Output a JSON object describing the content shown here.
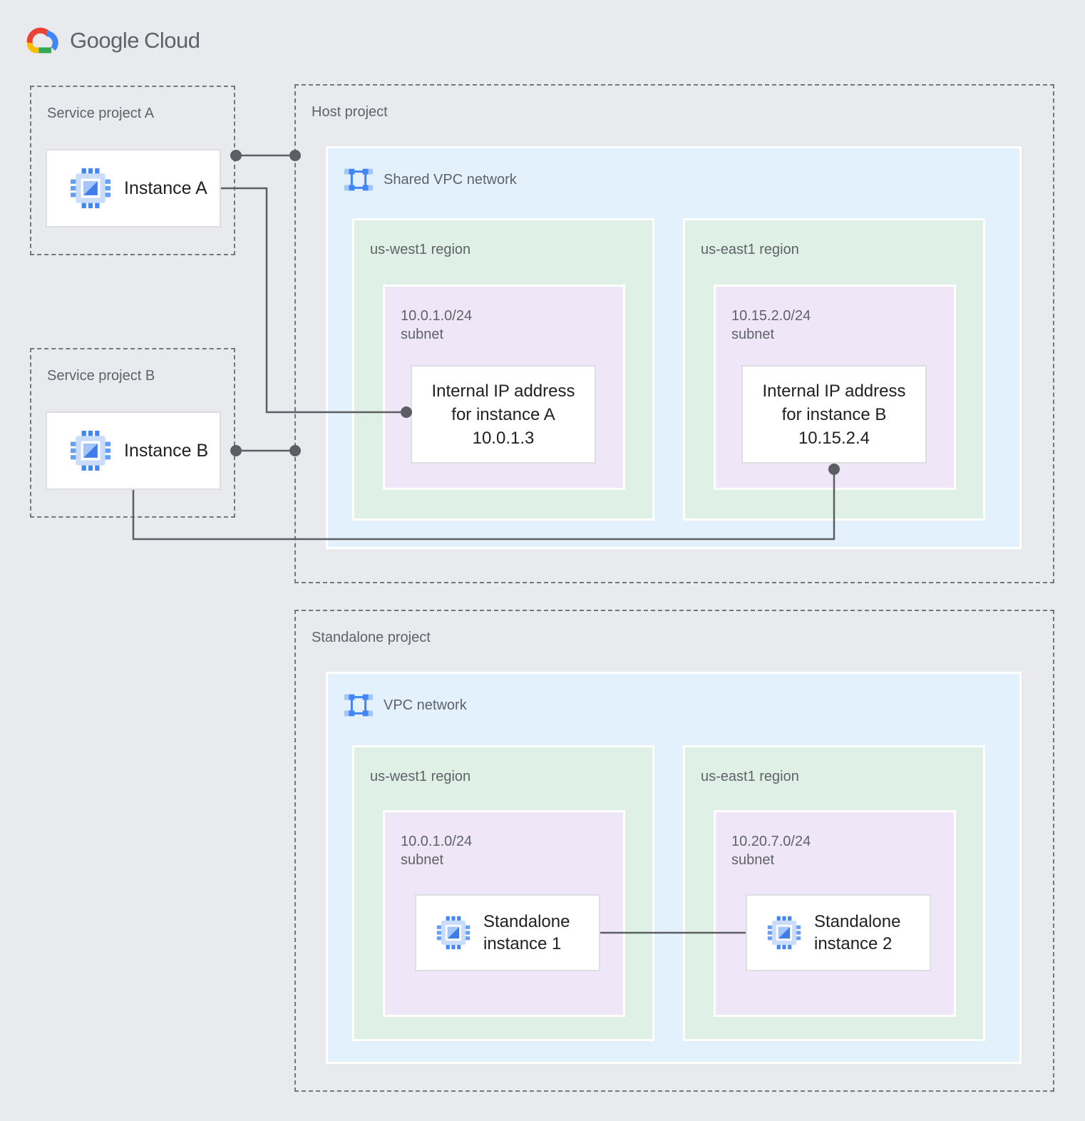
{
  "logo": {
    "google": "Google",
    "cloud": "Cloud",
    "brand": "Google Cloud"
  },
  "colors": {
    "background": "#E9EAED",
    "network_blue": "#E2F1FB",
    "region_green": "#DFF0E7",
    "subnet_purple": "#EFE7F7",
    "label_gray": "#5F6368",
    "text_dark": "#202124",
    "connector_gray": "#5B5E62",
    "icon_blue": "#4285F4",
    "icon_light_blue": "#A6C5FA"
  },
  "projects": {
    "service_a": {
      "label": "Service project A",
      "instance": "Instance A"
    },
    "service_b": {
      "label": "Service project B",
      "instance": "Instance B"
    },
    "host": {
      "label": "Host project",
      "network": "Shared VPC network",
      "regions": [
        {
          "label": "us-west1 region",
          "subnet_cidr": "10.0.1.0/24",
          "subnet_word": "subnet",
          "card_lines": [
            "Internal IP address",
            "for instance A",
            "10.0.1.3"
          ]
        },
        {
          "label": "us-east1 region",
          "subnet_cidr": "10.15.2.0/24",
          "subnet_word": "subnet",
          "card_lines": [
            "Internal IP address",
            "for instance B",
            "10.15.2.4"
          ]
        }
      ]
    },
    "standalone": {
      "label": "Standalone project",
      "network": "VPC network",
      "regions": [
        {
          "label": "us-west1 region",
          "subnet_cidr": "10.0.1.0/24",
          "subnet_word": "subnet",
          "instance_lines": [
            "Standalone",
            "instance 1"
          ]
        },
        {
          "label": "us-east1 region",
          "subnet_cidr": "10.20.7.0/24",
          "subnet_word": "subnet",
          "instance_lines": [
            "Standalone",
            "instance 2"
          ]
        }
      ]
    }
  }
}
